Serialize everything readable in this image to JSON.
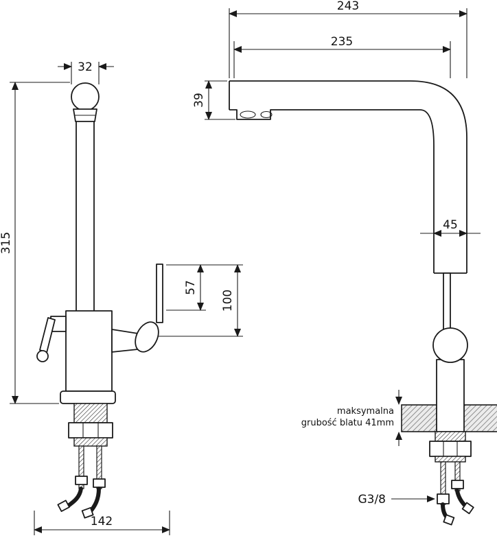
{
  "front_view": {
    "dim_head_width": "32",
    "dim_total_height": "315",
    "dim_lever_above_body": "57",
    "dim_lever_height": "100",
    "dim_bottom_width": "142"
  },
  "side_view": {
    "dim_total_depth": "243",
    "dim_spout_depth": "235",
    "dim_outlet_height": "39",
    "dim_pipe_width": "45",
    "countertop_note_line1": "maksymalna",
    "countertop_note_line2": "grubość blatu 41mm",
    "thread_size": "G3/8"
  }
}
